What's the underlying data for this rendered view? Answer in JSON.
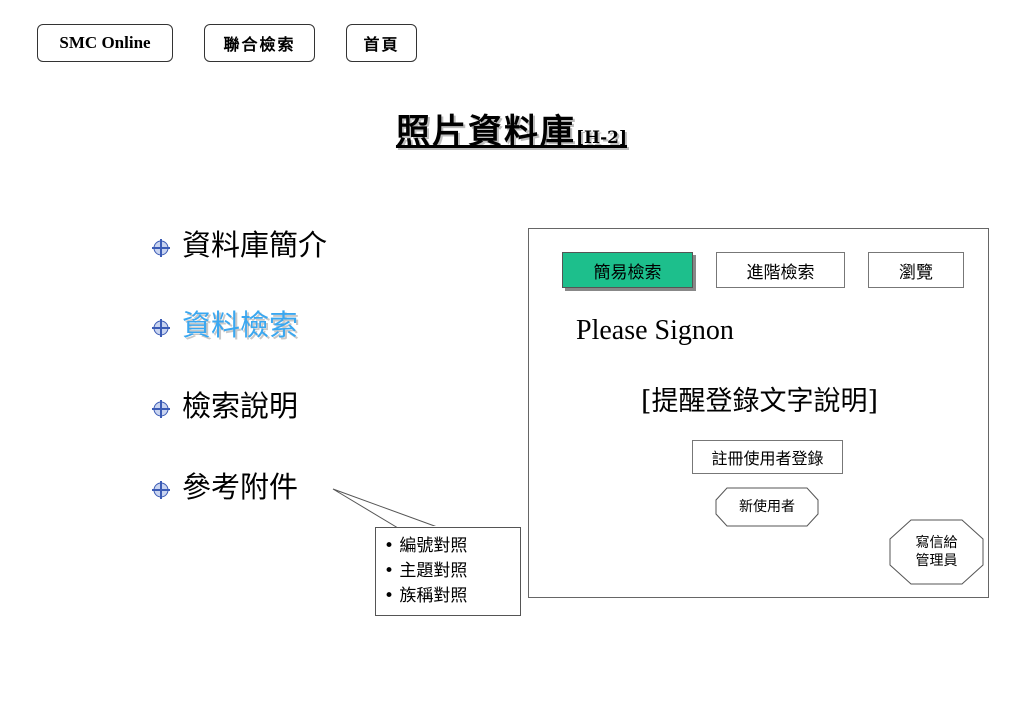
{
  "topnav": {
    "smc_label": "SMC Online",
    "joint_search_label": "聯合檢索",
    "home_label": "首頁"
  },
  "title": {
    "main": "照片資料庫",
    "code": "[H-2]"
  },
  "menu": {
    "items": [
      {
        "label": "資料庫簡介",
        "active": false
      },
      {
        "label": "資料檢索",
        "active": true
      },
      {
        "label": "檢索說明",
        "active": false
      },
      {
        "label": "參考附件",
        "active": false
      }
    ]
  },
  "callout": {
    "items": [
      "• 編號對照",
      "• 主題對照",
      "• 族稱對照"
    ]
  },
  "panel": {
    "tabs": [
      "簡易檢索",
      "進階檢索",
      "瀏覽"
    ],
    "signon_text": "Please Signon",
    "reminder_text": "[提醒登錄文字說明]",
    "register_login_label": "註冊使用者登錄",
    "new_user_label": "新使用者",
    "mail_admin_line1": "寫信給",
    "mail_admin_line2": "管理員"
  },
  "colors": {
    "active_tab": "#1dbf8c",
    "active_menu": "#3aa7f0",
    "bullet": "#3b5bb5"
  },
  "icons": {
    "bullet": "diamond-cross-bullet-icon"
  }
}
